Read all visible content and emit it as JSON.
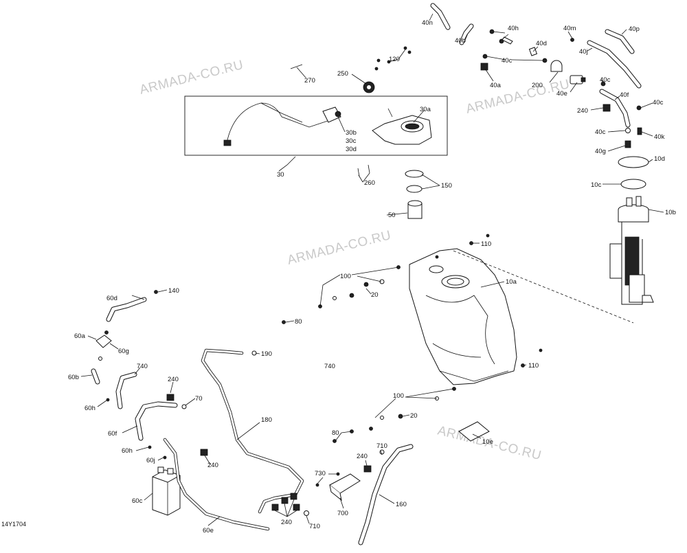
{
  "diagram_code": "14Y1704",
  "watermark": "ARMADA-CO.RU",
  "callouts": {
    "c40n": "40n",
    "c40b": "40b",
    "c40h": "40h",
    "c40d": "40d",
    "c40m": "40m",
    "c40p": "40p",
    "c40c_a": "40c",
    "c40a": "40a",
    "c40j": "40j",
    "c200": "200",
    "c40e": "40e",
    "c40c_b": "40c",
    "c40f": "40f",
    "c40c_c": "40c",
    "c240_a": "240",
    "c40c_d": "40c",
    "c40k": "40k",
    "c40g": "40g",
    "c10d": "10d",
    "c10c": "10c",
    "c10b": "10b",
    "c120": "120",
    "c270": "270",
    "c250": "250",
    "c30a": "30a",
    "c30b": "30b",
    "c30c": "30c",
    "c30d": "30d",
    "c30": "30",
    "c260": "260",
    "c150": "150",
    "c50": "50",
    "c110_a": "110",
    "c100_a": "100",
    "c10a": "10a",
    "c20_a": "20",
    "c80_a": "80",
    "c140": "140",
    "c60d": "60d",
    "c60a": "60a",
    "c60g": "60g",
    "c190": "190",
    "c740_a": "740",
    "c740_b": "740",
    "c110_b": "110",
    "c60b": "60b",
    "c240_b": "240",
    "c70": "70",
    "c60h_a": "60h",
    "c100_b": "100",
    "c20_b": "20",
    "c60f": "60f",
    "c180": "180",
    "c80_b": "80",
    "c10e": "10e",
    "c60h_b": "60h",
    "c60j": "60j",
    "c240_c": "240",
    "c710_a": "710",
    "c240_d": "240",
    "c730": "730",
    "c60c": "60c",
    "c160": "160",
    "c700": "700",
    "c240_e": "240",
    "c710_b": "710",
    "c60e": "60e"
  }
}
